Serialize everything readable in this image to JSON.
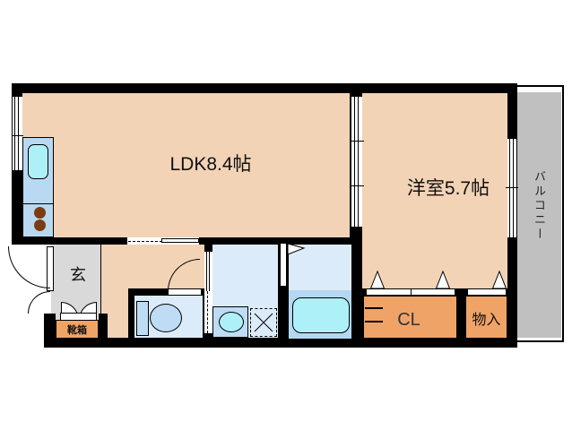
{
  "plan": {
    "type": "japanese-apartment-floor-plan",
    "rooms": {
      "ldk": "LDK8.4帖",
      "western_room": "洋室5.7帖",
      "balcony": "バルコニー",
      "entrance": "玄",
      "shoe_box": "靴箱",
      "closet": "CL",
      "storage": "物入"
    },
    "colors": {
      "wall": "#000000",
      "room_floor": "#f2d3b6",
      "entrance_floor": "#d9d9d9",
      "balcony_floor": "#c0c0c0",
      "closet_fill": "#f0a367",
      "wet_area_floor": "#dcebfa",
      "kitchen_counter": "#b9d9f2",
      "bathtub_deck": "#b5d8f2",
      "water_fixture_cyan": "#adf0f8",
      "toilet_fill": "#bedcf4",
      "burner_brown": "#7a3c10"
    },
    "icons": {
      "kitchen-sink-icon": "rounded-rect-cyan",
      "stove-burner-icon": "brown-circle",
      "toilet-icon": "tank-rect-plus-ellipse",
      "washbasin-icon": "rect-with-oval",
      "washing-machine-pan-icon": "dashed-square-with-x",
      "bathtub-icon": "rounded-rect-cyan",
      "door-swing-icon": "quarter-circle-arc",
      "sliding-door-icon": "double-line-with-ticks",
      "bifold-door-icon": "triangle-marker",
      "closet-shelf-icon": "double-horizontal-lines"
    }
  }
}
